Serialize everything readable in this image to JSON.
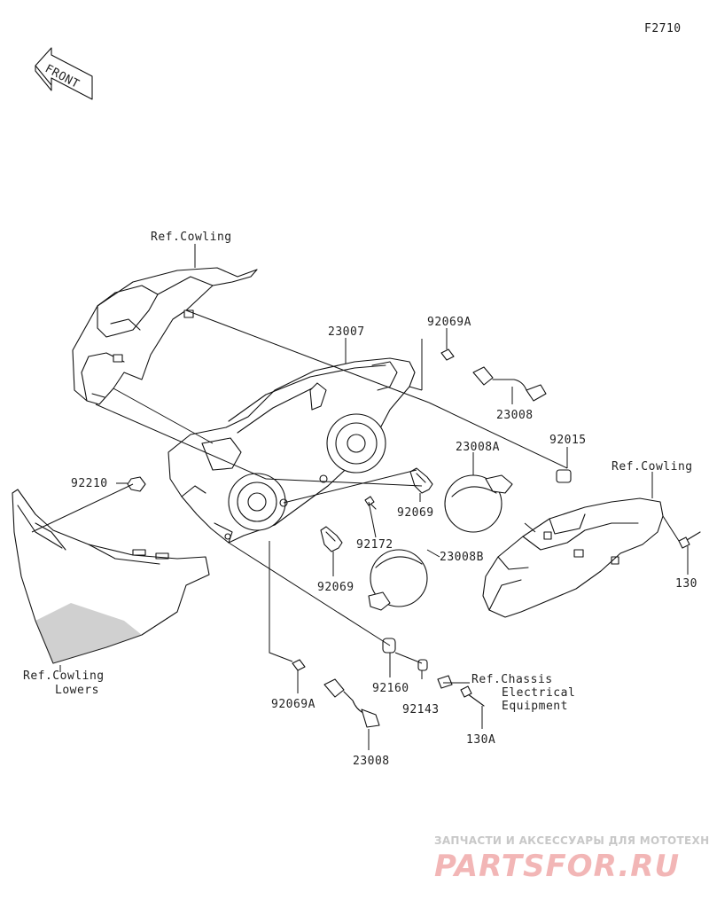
{
  "figure_code": "F2710",
  "front_marker": "FRONT",
  "labels": {
    "ref_cowling_top": "Ref.Cowling",
    "p23007": "23007",
    "p92069A_top": "92069A",
    "p23008_top": "23008",
    "p23008A": "23008A",
    "p92015": "92015",
    "ref_cowling_right": "Ref.Cowling",
    "p92210": "92210",
    "p92069_mid": "92069",
    "p92172": "92172",
    "p23008B": "23008B",
    "p92069_low": "92069",
    "p130": "130",
    "ref_lowers_line1": "Ref.Cowling",
    "ref_lowers_line2": "Lowers",
    "p92160": "92160",
    "p92143": "92143",
    "ref_chassis_line1": "Ref.Chassis",
    "ref_chassis_line2": "Electrical",
    "ref_chassis_line3": "Equipment",
    "p92069A_bottom": "92069A",
    "p130A": "130A",
    "p23008_bottom": "23008"
  },
  "watermark": {
    "tagline": "ЗАПЧАСТИ И АКСЕССУАРЫ ДЛЯ МОТОТЕХНИКИ",
    "brand": "PARTSFOR.RU"
  },
  "colors": {
    "line": "#111111",
    "watermark_text": "#c8c8c8",
    "watermark_brand": "#f2b6b6"
  }
}
